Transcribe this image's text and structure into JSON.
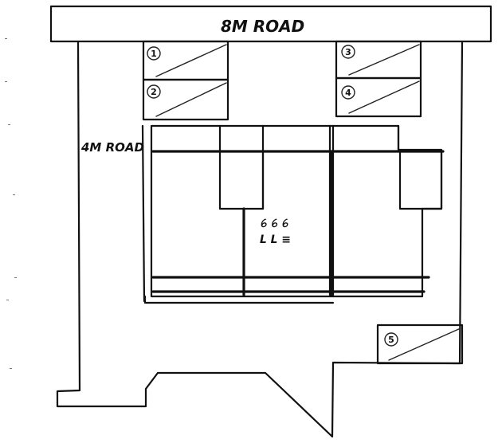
{
  "diagram": {
    "road_top_label": "8M ROAD",
    "road_left_label": "4M ROAD",
    "parking_slots": [
      "1",
      "2",
      "3",
      "4",
      "5"
    ],
    "center_mark_top": "ꕃ ꕃ ꕃ",
    "center_mark_bottom": "ᒪ ᒪ ≡"
  }
}
